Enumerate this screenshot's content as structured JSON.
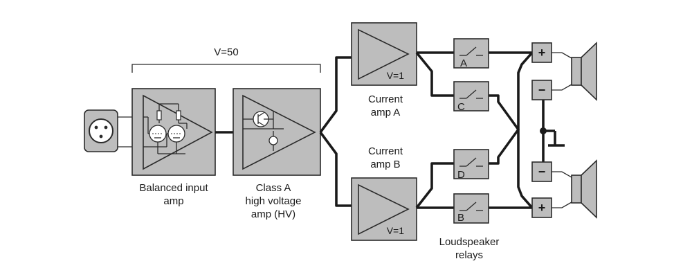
{
  "gain_bracket_label": "V=50",
  "blocks": {
    "balanced_input": {
      "caption_line1": "Balanced input",
      "caption_line2": "amp"
    },
    "class_a_hv": {
      "caption_line1": "Class A",
      "caption_line2": "high voltage",
      "caption_line3": "amp (HV)"
    },
    "current_amp_a": {
      "gain": "V=1",
      "caption_line1": "Current",
      "caption_line2": "amp A"
    },
    "current_amp_b": {
      "gain": "V=1",
      "caption_line1": "Current",
      "caption_line2": "amp B"
    }
  },
  "relays": {
    "a": "A",
    "b": "B",
    "c": "C",
    "d": "D",
    "caption_line1": "Loudspeaker",
    "caption_line2": "relays"
  },
  "terminals": {
    "top_plus": "+",
    "top_minus": "−",
    "bottom_minus": "−",
    "bottom_plus": "+"
  },
  "colors": {
    "block_fill": "#bdbdbd",
    "line": "#1a1a1a",
    "background": "#ffffff"
  }
}
